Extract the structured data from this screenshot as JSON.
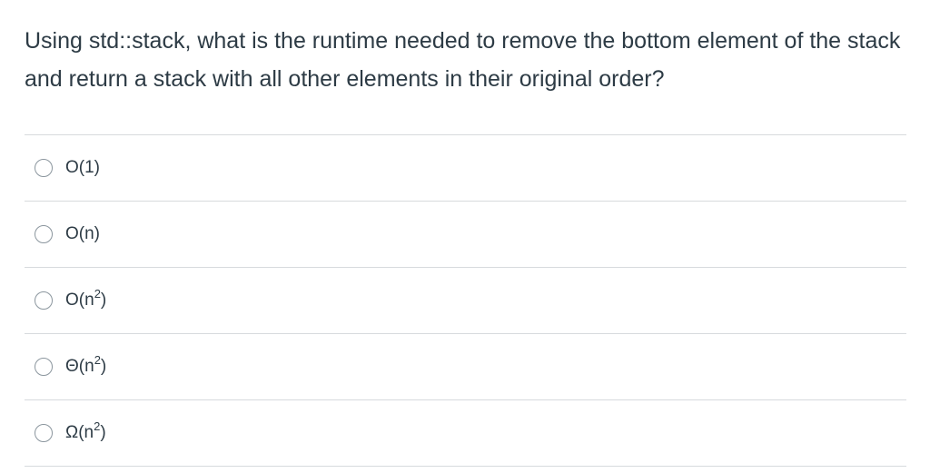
{
  "question": {
    "text": "Using std::stack, what is the runtime needed to remove the bottom element of the stack and return a stack with all other elements in their original order?"
  },
  "answers": [
    {
      "prefix": "O(1)",
      "sup": "",
      "suffix": ""
    },
    {
      "prefix": "O(n)",
      "sup": "",
      "suffix": ""
    },
    {
      "prefix": "O(n",
      "sup": "2",
      "suffix": ")"
    },
    {
      "prefix": "Θ(n",
      "sup": "2",
      "suffix": ")"
    },
    {
      "prefix": "Ω(n",
      "sup": "2",
      "suffix": ")"
    }
  ],
  "colors": {
    "text": "#2d3b45",
    "divider": "#d7dadd",
    "radio_border": "#8b969e"
  }
}
